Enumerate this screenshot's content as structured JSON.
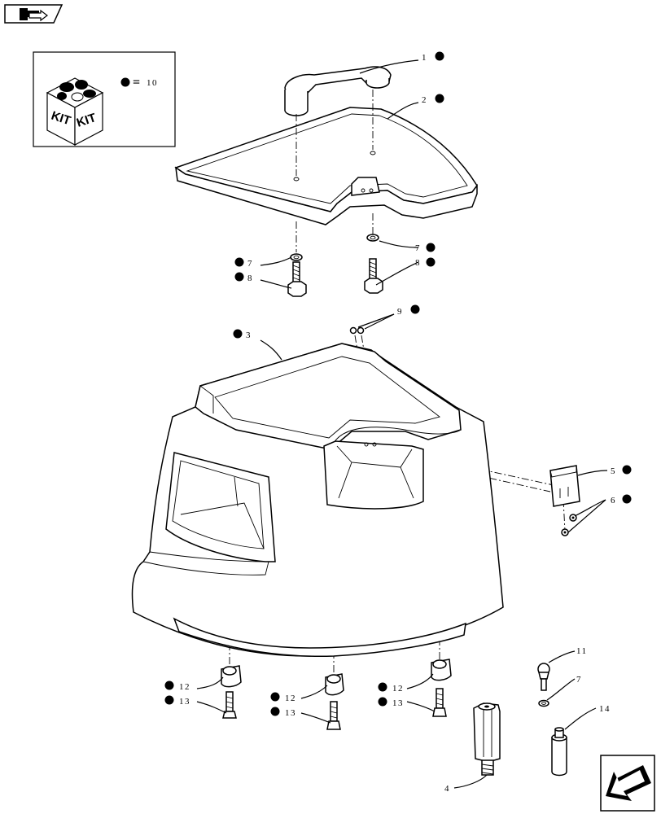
{
  "nav": {
    "back_icon": "back-arrow-icon",
    "next_icon": "next-arrow-icon"
  },
  "kit_legend": {
    "cube_labels": [
      "KIT",
      "KIT"
    ],
    "equals": "=",
    "number": "10"
  },
  "callouts": {
    "c1": "1",
    "c2": "2",
    "c3": "3",
    "c4": "4",
    "c5": "5",
    "c6": "6",
    "c7a": "7",
    "c8a": "8",
    "c7b": "7",
    "c8b": "8",
    "c9": "9",
    "c11": "11",
    "c7c": "7",
    "c14": "14",
    "c12a": "12",
    "c13a": "13",
    "c12b": "12",
    "c13b": "13",
    "c12c": "12",
    "c13c": "13"
  },
  "colors": {
    "ink": "#000000",
    "paper": "#ffffff"
  }
}
